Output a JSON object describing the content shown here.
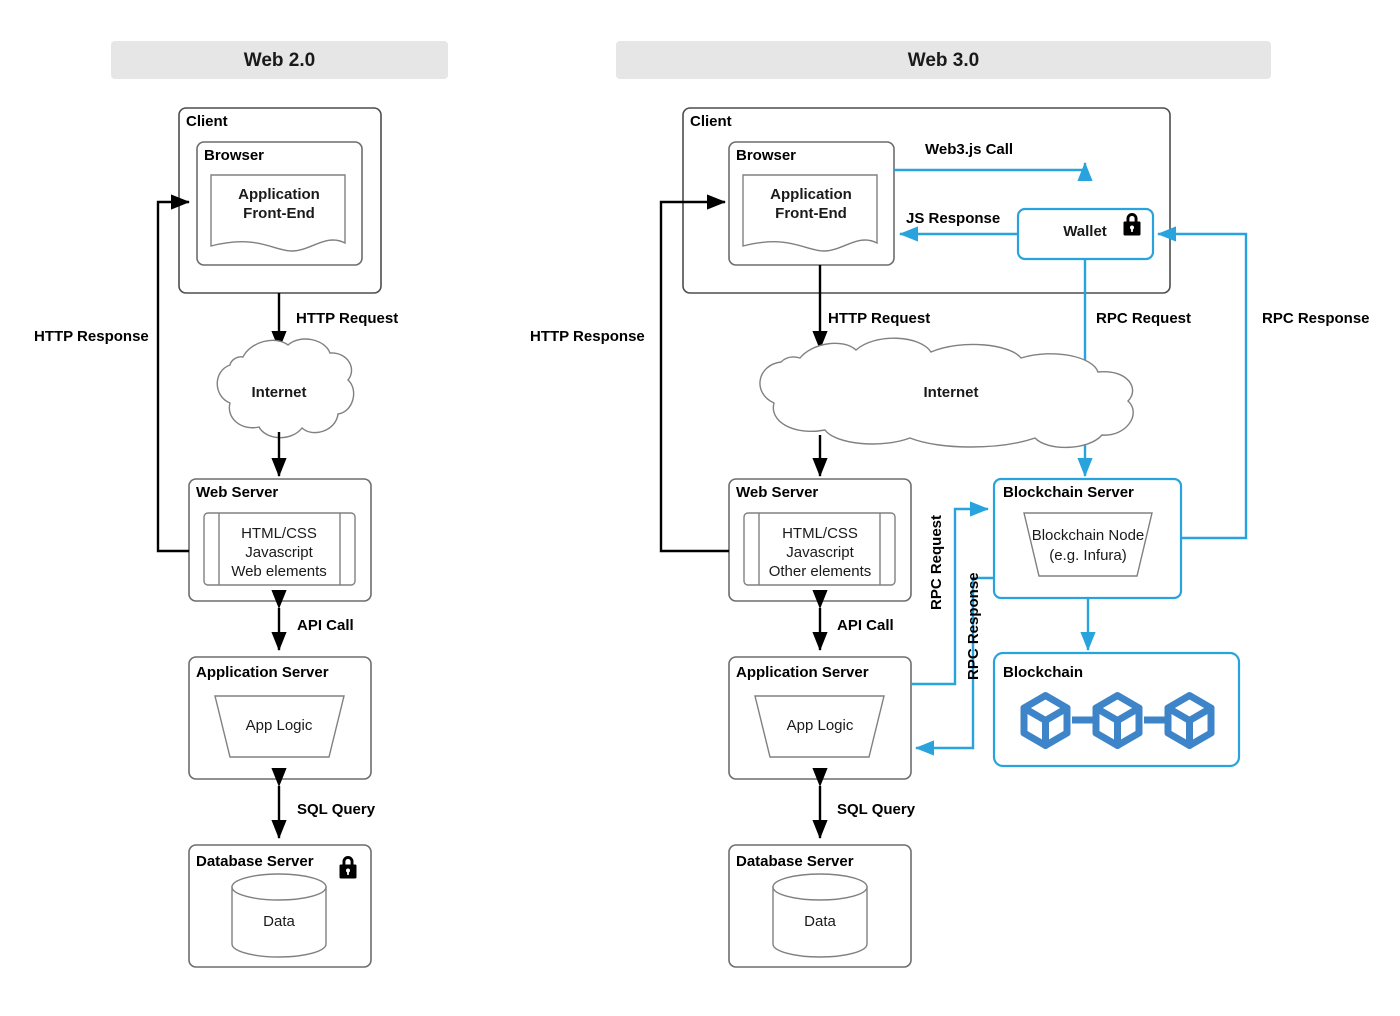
{
  "diagram": {
    "title": "Web 2.0 vs Web 3.0 architecture comparison",
    "accent_blue": "#29a3dd",
    "cube_blue": "#3d85c8",
    "header_bg": "#e6e6e6"
  },
  "panels": [
    {
      "id": "web2",
      "header": "Web 2.0",
      "nodes": {
        "client": "Client",
        "browser": "Browser",
        "frontend_line1": "Application",
        "frontend_line2": "Front-End",
        "internet": "Internet",
        "web_server": "Web Server",
        "web_server_l1": "HTML/CSS",
        "web_server_l2": "Javascript",
        "web_server_l3": "Web elements",
        "app_server": "Application Server",
        "app_logic": "App Logic",
        "db_server": "Database Server",
        "data": "Data"
      },
      "edges": {
        "http_request": "HTTP Request",
        "http_response": "HTTP Response",
        "api_call": "API Call",
        "sql_query": "SQL Query"
      },
      "icons": {
        "db_lock": "lock-icon"
      }
    },
    {
      "id": "web3",
      "header": "Web 3.0",
      "nodes": {
        "client": "Client",
        "browser": "Browser",
        "frontend_line1": "Application",
        "frontend_line2": "Front-End",
        "wallet": "Wallet",
        "internet": "Internet",
        "web_server": "Web Server",
        "web_server_l1": "HTML/CSS",
        "web_server_l2": "Javascript",
        "web_server_l3": "Other elements",
        "app_server": "Application Server",
        "app_logic": "App Logic",
        "db_server": "Database Server",
        "data": "Data",
        "blockchain_server": "Blockchain Server",
        "blockchain_node_l1": "Blockchain Node",
        "blockchain_node_l2": "(e.g. Infura)",
        "blockchain": "Blockchain"
      },
      "edges": {
        "http_request": "HTTP Request",
        "http_response": "HTTP Response",
        "api_call": "API Call",
        "sql_query": "SQL Query",
        "web3js_call": "Web3.js Call",
        "js_response": "JS Response",
        "rpc_request_top": "RPC Request",
        "rpc_response_top": "RPC Response",
        "rpc_request_mid": "RPC Request",
        "rpc_response_mid": "RPC Response"
      },
      "icons": {
        "wallet_lock": "lock-icon",
        "blockchain_cubes": "blockchain-cubes-icon"
      }
    }
  ]
}
